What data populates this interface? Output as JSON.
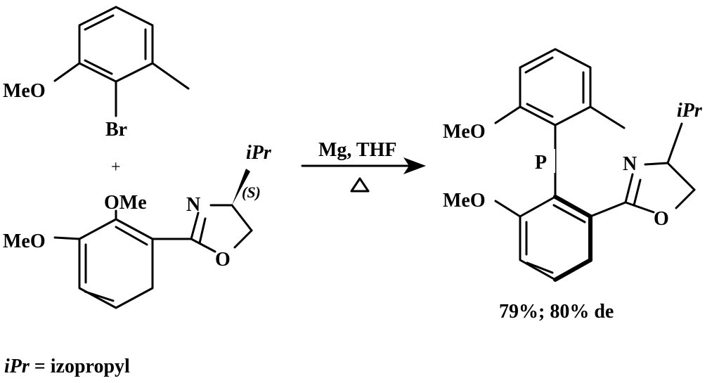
{
  "reactant1": {
    "methoxy_label": "MeO",
    "bromo_label": "Br"
  },
  "plus_sign": "+",
  "reactant2": {
    "methoxy_top_label": "OMe",
    "methoxy_left_label": "MeO",
    "nitrogen_label": "N",
    "oxygen_label": "O",
    "isopropyl_label": "iPr",
    "stereo_label": "(S)"
  },
  "conditions": {
    "reagents": "Mg, THF",
    "heat_symbol": "△"
  },
  "product": {
    "methoxy_upper_label": "MeO",
    "methoxy_lower_label": "MeO",
    "phosphorus_label": "P",
    "nitrogen_label": "N",
    "oxygen_label": "O",
    "isopropyl_label": "iPr",
    "yield": "79%; 80% de"
  },
  "footnote": {
    "abbreviation": "iPr",
    "definition": " = izopropyl"
  }
}
